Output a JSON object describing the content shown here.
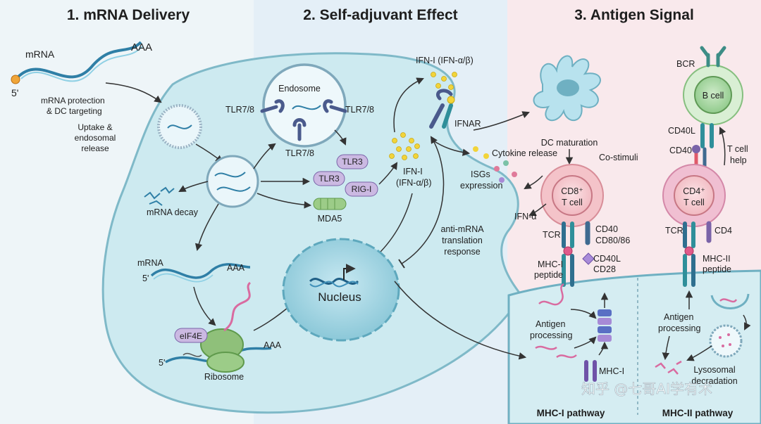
{
  "sections": {
    "s1": "1. mRNA Delivery",
    "s2": "2. Self-adjuvant Effect",
    "s3": "3. Antigen Signal"
  },
  "delivery": {
    "mrna": "mRNA",
    "polya": "AAA",
    "five_prime": "5'",
    "protection_1": "mRNA protection",
    "protection_2": "& DC targeting",
    "uptake_1": "Uptake &",
    "uptake_2": "endosomal",
    "uptake_3": "release",
    "decay": "mRNA decay",
    "mrna2": "mRNA",
    "five_prime2": "5'",
    "polya2": "AAA",
    "eif4e": "eIF4E",
    "five_prime3": "5'",
    "polya3": "AAA",
    "ribosome": "Ribosome"
  },
  "adjuvant": {
    "endosome": "Endosome",
    "tlr78_left": "TLR7/8",
    "tlr78_right": "TLR7/8",
    "tlr78_bottom": "TLR7/8",
    "tlr3_a": "TLR3",
    "tlr3_b": "TLR3",
    "rigi": "RIG-I",
    "mda5": "MDA5",
    "ifn_top": "IFN-I (IFN-α/β)",
    "ifnar": "IFNAR",
    "ifn_mid_1": "IFN-I",
    "ifn_mid_2": "(IFN-α/β)",
    "cytokine": "Cytokine release",
    "isgs_1": "ISGs",
    "isgs_2": "expression",
    "anti_1": "anti-mRNA",
    "anti_2": "translation",
    "anti_3": "response",
    "nucleus": "Nucleus"
  },
  "antigen": {
    "dc_maturation": "DC maturation",
    "costimuli": "Co-stimuli",
    "bcr": "BCR",
    "bcell": "B cell",
    "cd40l_b": "CD40L",
    "cd40_b": "CD40",
    "tcell_help_1": "T cell",
    "tcell_help_2": "help",
    "cd8_1": "CD8⁺",
    "cd8_2": "T cell",
    "cd4_1": "CD4⁺",
    "cd4_2": "T cell",
    "ifna": "IFN-α",
    "tcr_1": "TCR",
    "tcr_2": "TCR",
    "cd40": "CD40",
    "cd80": "CD80/86",
    "cd4": "CD4",
    "mhc1_peptide_1": "MHC-I",
    "mhc1_peptide_2": "peptide",
    "cd40l": "CD40L",
    "cd28": "CD28",
    "mhc2_peptide_1": "MHC-II",
    "mhc2_peptide_2": "peptide",
    "ap1_1": "Antigen",
    "ap1_2": "processing",
    "ap2_1": "Antigen",
    "ap2_2": "processing",
    "mhc1": "MHC-I",
    "lyso_1": "Lysosomal",
    "lyso_2": "decradation",
    "mhc1_path": "MHC-I pathway",
    "mhc2_path": "MHC-II pathway"
  },
  "watermark": "知乎 @七哥AI学有术",
  "colors": {
    "panel1": "#eef5f8",
    "panel2": "#e4eff7",
    "panel3": "#f9e9ec",
    "cell_fill": "#cdeaf0",
    "cell_edge": "#7fb9c8",
    "rna": "#2f7fa6",
    "tlr": "#4a5a8c",
    "receptor_teal": "#2f8f9a",
    "yellow": "#f2d43a",
    "ribosome": "#8fc07a",
    "cd8": "#f4c3c9",
    "cd4": "#f0bfd2",
    "bcell": "#a9d8a4"
  }
}
